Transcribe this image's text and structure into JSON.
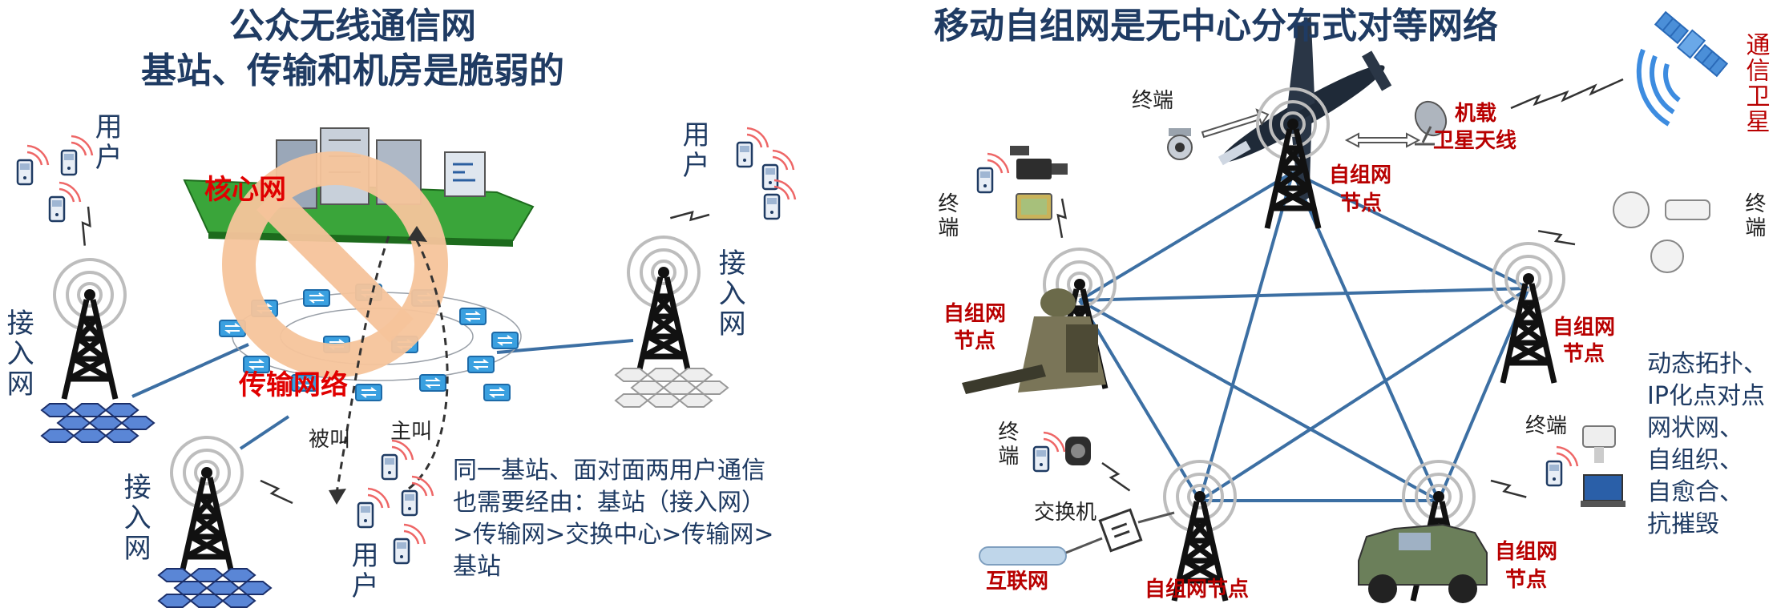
{
  "left": {
    "title_line1": "公众无线通信网",
    "title_line2": "基站、传输和机房是脆弱的",
    "core_label": "核心网",
    "transport_label": "传输网络",
    "access_label": "接入网",
    "user_label": "用户",
    "called_label": "被叫",
    "caller_label": "主叫",
    "note_line1": "同一基站、面对面两用户通信",
    "note_line2": "也需要经由：基站（接入网）",
    "note_line3": ">传输网>交换中心>传输网>",
    "note_line4": "基站"
  },
  "right": {
    "title": "移动自组网是无中心分布式对等网络",
    "satellite_label": "通信卫星",
    "airborne_antenna_line1": "机载",
    "airborne_antenna_line2": "卫星天线",
    "terminal_label": "终端",
    "node_label_line1": "自组网",
    "node_label_line2": "节点",
    "node_label_single": "自组网节点",
    "switch_label": "交换机",
    "internet_label": "互联网",
    "features": [
      "动态拓扑、",
      "IP化点对点",
      "网状网、",
      "自组织、",
      "自愈合、",
      "抗摧毁"
    ]
  },
  "colors": {
    "navy": "#1f3b63",
    "red": "#e00000",
    "dark_red": "#b80000",
    "link_blue": "#3c6fa3",
    "forbid_orange": "#f6c49b",
    "core_green": "#3aa53a"
  },
  "icons": [
    "tower-icon",
    "phone-icon",
    "satellite-icon",
    "drone-icon",
    "camera-icon",
    "switch-icon",
    "server-icon",
    "no-entry-icon",
    "soldier-icon",
    "vehicle-icon"
  ]
}
